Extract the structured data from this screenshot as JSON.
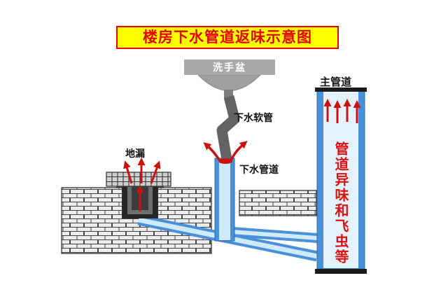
{
  "title": "楼房下水管道返味示意图",
  "labels": {
    "basin": "洗手盆",
    "hose": "下水软管",
    "floor_drain": "地漏",
    "drain_pipe": "下水管道",
    "main_pipe": "主管道",
    "odor": "管道异味和飞虫等"
  },
  "colors": {
    "title_bg": "#ffff00",
    "title_text": "#e60000",
    "odor_text": "#dd1111",
    "arrow_red": "#cc1111",
    "pipe_wall": "#4a90d9",
    "pipe_inner": "#cfeaf8",
    "basin_gray": "#a9a9a9",
    "brick_fill": "#ececec",
    "brick_mortar": "#444444"
  }
}
